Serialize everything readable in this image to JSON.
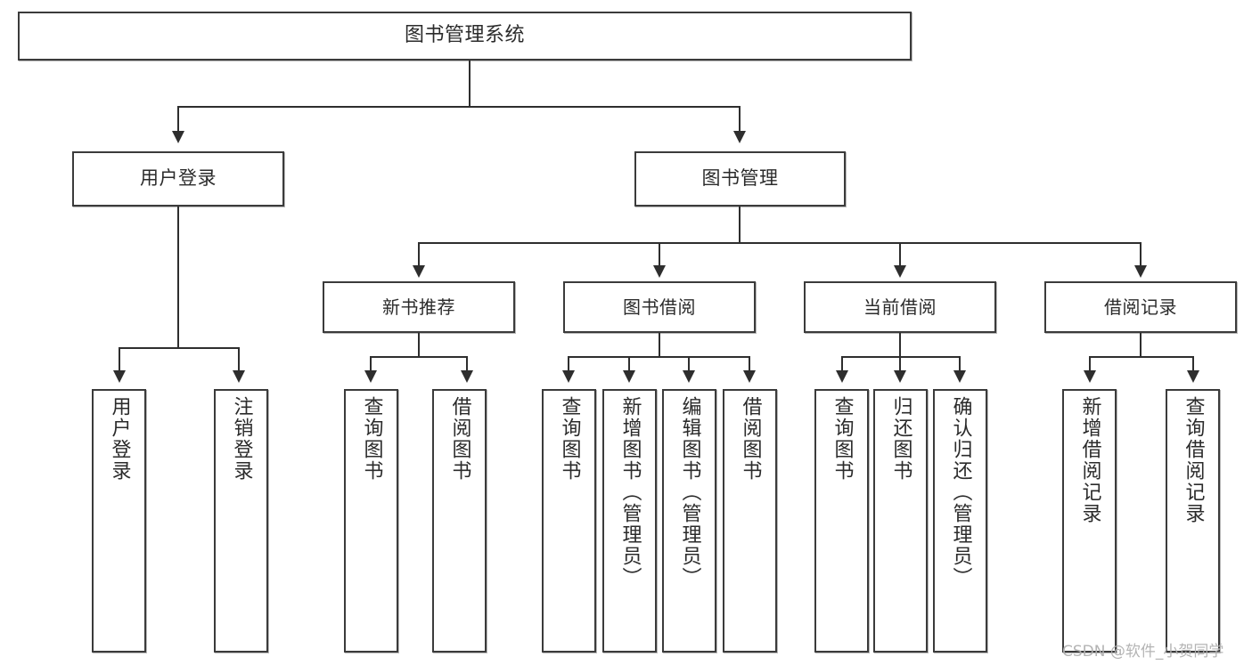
{
  "diagram": {
    "type": "tree",
    "title": "图书管理系统",
    "watermark": "CSDN @软件_小贺同学",
    "colors": {
      "box_border": "#3b3b3b",
      "connector": "#2e2e2e",
      "text": "#2b2b2b",
      "background": "#ffffff",
      "watermark": "#b0b0b0"
    },
    "root": {
      "label": "图书管理系统"
    },
    "level2": [
      {
        "label": "用户登录"
      },
      {
        "label": "图书管理"
      }
    ],
    "level3": [
      {
        "label": "新书推荐"
      },
      {
        "label": "图书借阅"
      },
      {
        "label": "当前借阅"
      },
      {
        "label": "借阅记录"
      }
    ],
    "leaves": {
      "user_login": [
        {
          "label": "用户登录"
        },
        {
          "label": "注销登录"
        }
      ],
      "new_book_recommend": [
        {
          "label": "查询图书"
        },
        {
          "label": "借阅图书"
        }
      ],
      "book_borrow": [
        {
          "label": "查询图书"
        },
        {
          "label": "新增图书（管理员）"
        },
        {
          "label": "编辑图书（管理员）"
        },
        {
          "label": "借阅图书"
        }
      ],
      "current_borrow": [
        {
          "label": "查询图书"
        },
        {
          "label": "归还图书"
        },
        {
          "label": "确认归还（管理员）"
        }
      ],
      "borrow_record": [
        {
          "label": "新增借阅记录"
        },
        {
          "label": "查询借阅记录"
        }
      ]
    }
  }
}
